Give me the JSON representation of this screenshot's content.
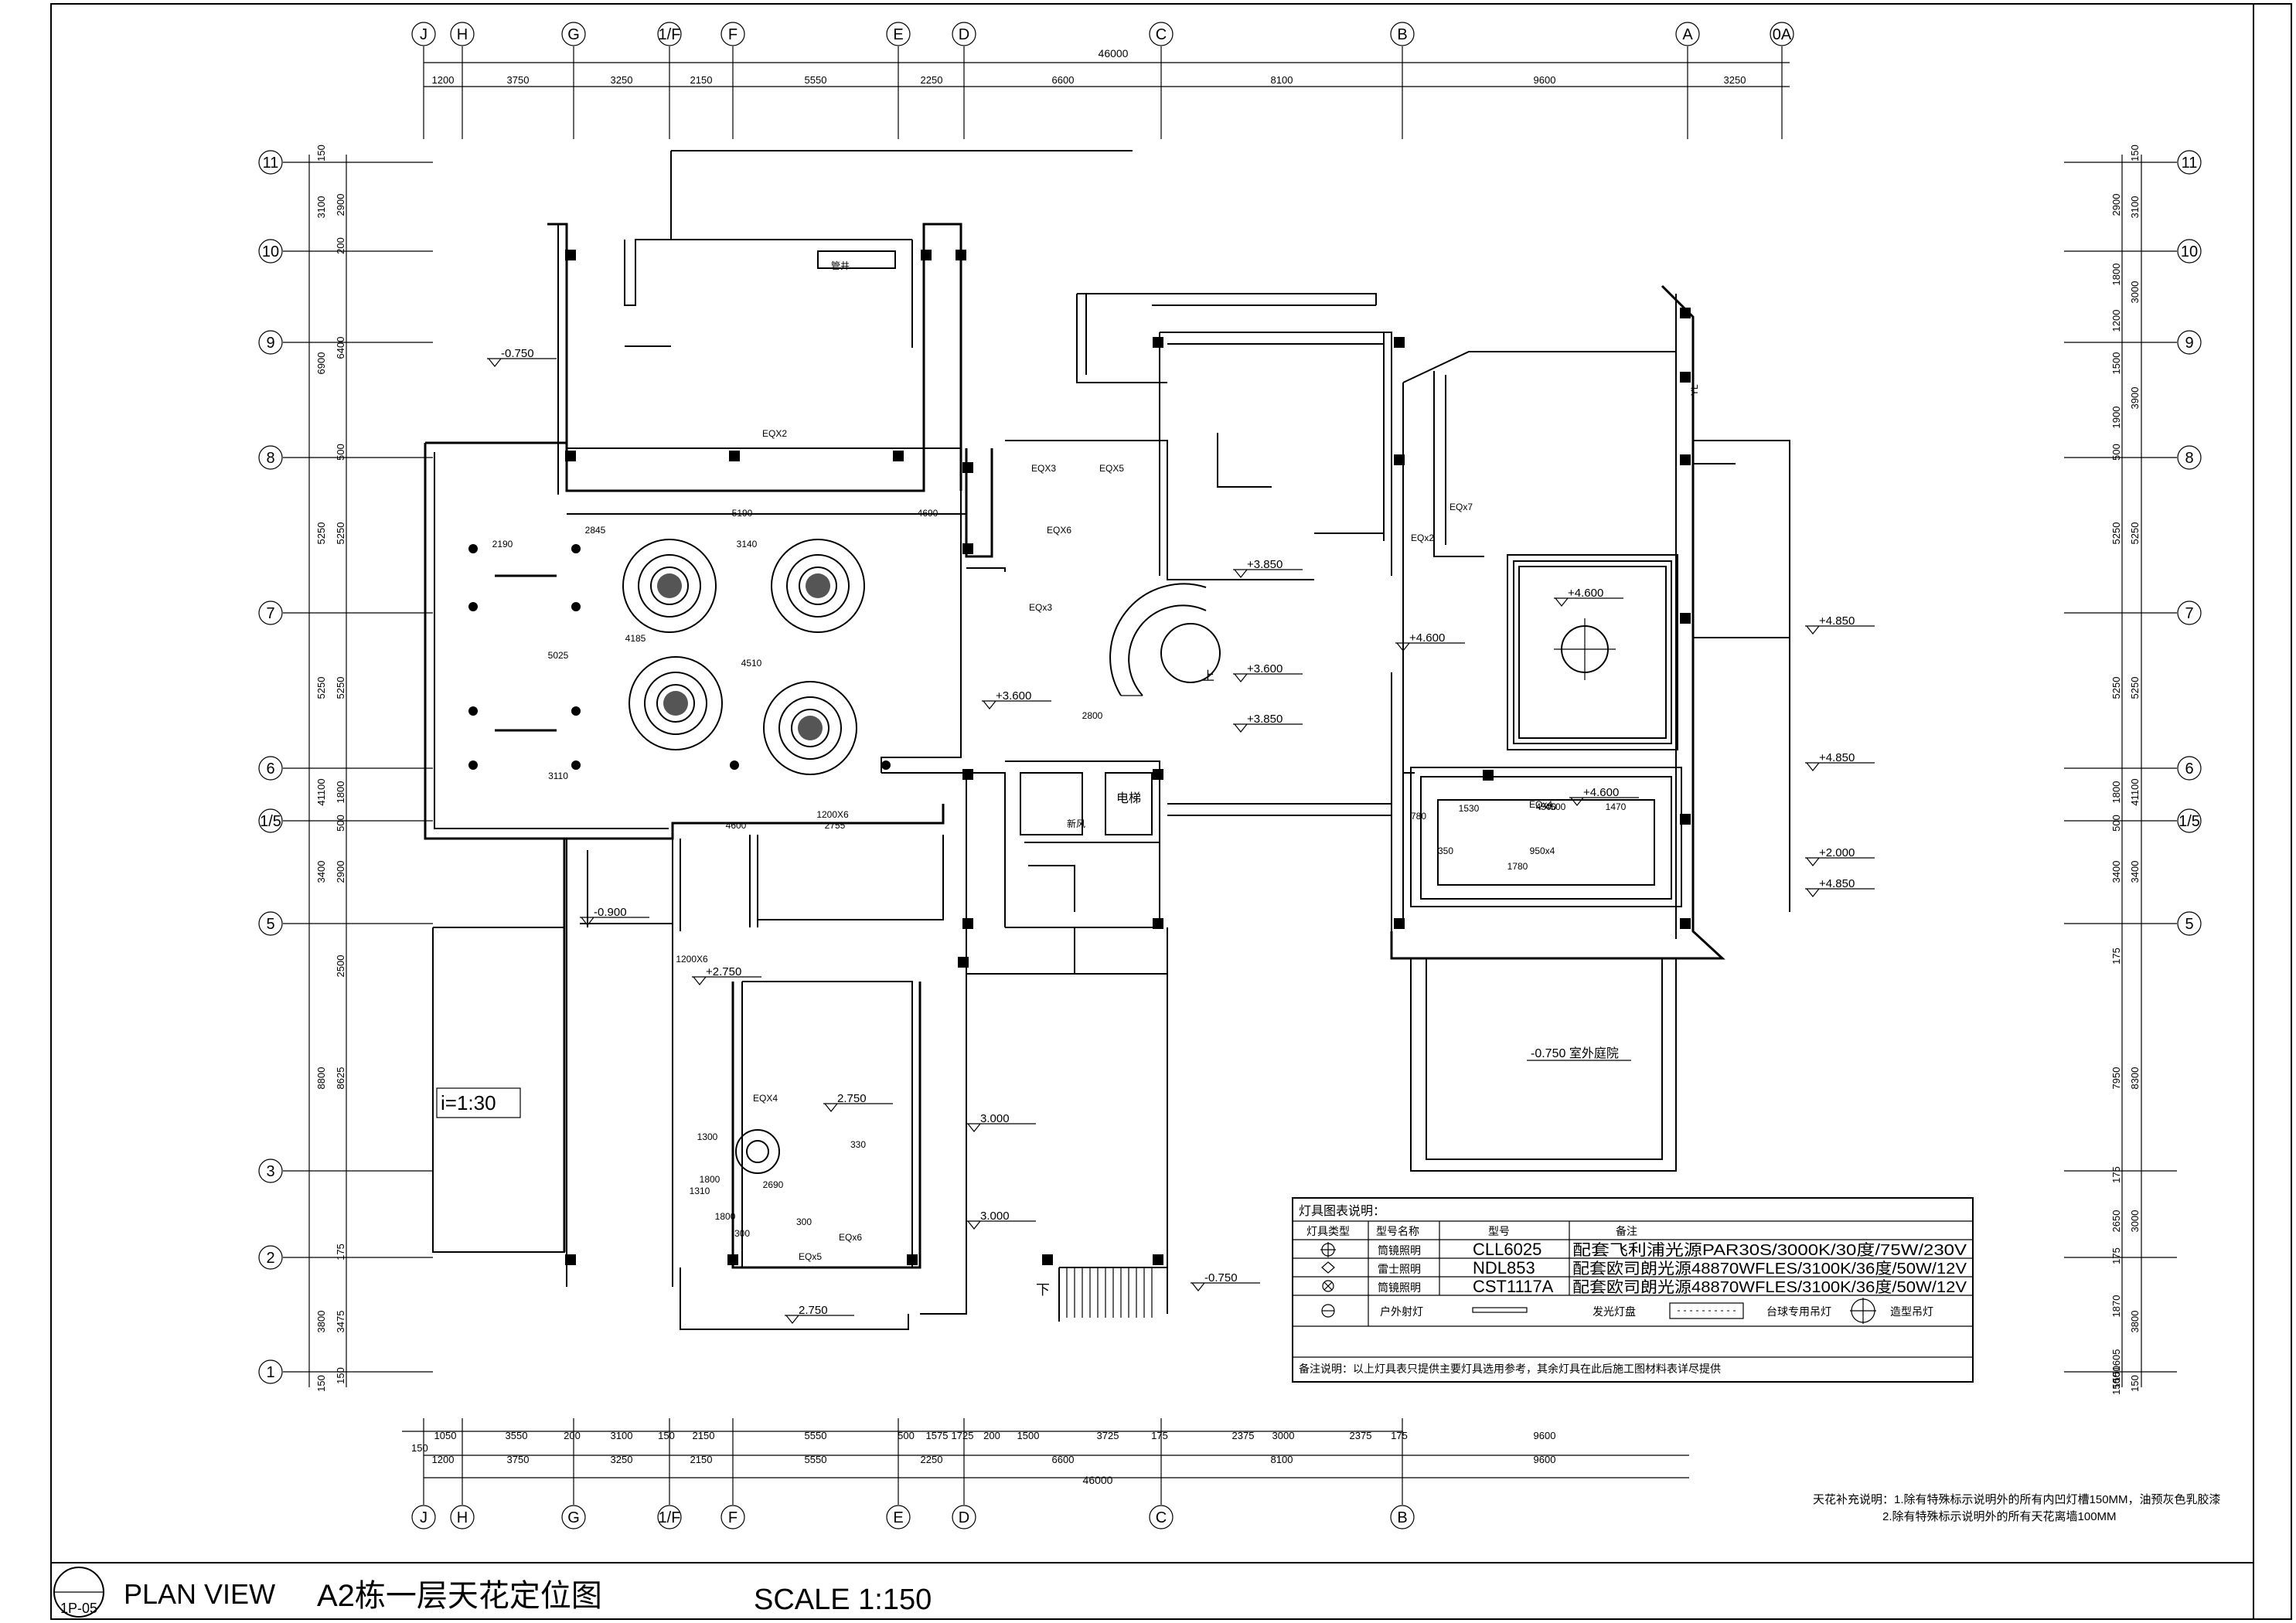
{
  "drawing": {
    "code": "1P-05",
    "view": "PLAN VIEW",
    "title": "A2栋一层天花定位图",
    "scale": "SCALE 1:150"
  },
  "grid": {
    "top_labels": [
      "J",
      "H",
      "G",
      "1/F",
      "F",
      "E",
      "D",
      "C",
      "B",
      "A",
      "0A"
    ],
    "bottom_labels": [
      "J",
      "H",
      "G",
      "1/F",
      "F",
      "E",
      "D",
      "C",
      "B"
    ],
    "side_labels": [
      "11",
      "10",
      "9",
      "8",
      "7",
      "6",
      "1/5",
      "5",
      "3",
      "2",
      "1"
    ],
    "top_total": "46000",
    "top_dims": [
      "1200",
      "3750",
      "3250",
      "2150",
      "5550",
      "2250",
      "6600",
      "8100",
      "9600",
      "3250"
    ],
    "bottom_total": "46000",
    "bottom_dims_outer": [
      "1200",
      "3750",
      "3250",
      "2150",
      "5550",
      "2250",
      "6600",
      "8100",
      "9600"
    ],
    "bottom_dims_inner": [
      "1050",
      "3550",
      "200",
      "3100",
      "150",
      "2150",
      "5550",
      "500",
      "1575",
      "1725",
      "200",
      "1500",
      "3725",
      "175",
      "2375",
      "3000",
      "2375",
      "175",
      "9600"
    ],
    "bottom_extra": "150",
    "left_outer": [
      "150",
      "3100",
      "6900",
      "5250",
      "5250",
      "41100",
      "3400",
      "8800",
      "3800",
      "150"
    ],
    "left_inner": [
      "2900",
      "200",
      "6400",
      "500",
      "5250",
      "5250",
      "1800",
      "500",
      "2900",
      "2500",
      "8625",
      "175",
      "3475",
      "150"
    ],
    "right_outer": [
      "150",
      "3100",
      "3000",
      "3900",
      "5250",
      "5250",
      "41100",
      "3400",
      "8300",
      "3000",
      "3800",
      "150"
    ],
    "right_inner": [
      "2900",
      "1800",
      "1200",
      "1500",
      "1900",
      "500",
      "5250",
      "5250",
      "1800",
      "500",
      "3400",
      "175",
      "7950",
      "175",
      "2650",
      "175",
      "1870",
      "1605",
      "150",
      "150",
      "150"
    ]
  },
  "levels": [
    "-0.750",
    "+3.850",
    "+3.600",
    "+3.600",
    "+3.850",
    "-0.900",
    "+2.750",
    "2.750",
    "3.000",
    "3.000",
    "2.750",
    "-0.750",
    "+4.600",
    "+4.600",
    "+4.600",
    "+4.850",
    "+4.850",
    "+2.000",
    "+4.850"
  ],
  "annotations": {
    "courtyard": "-0.750 室外庭院",
    "slope": "i=1:30",
    "down": "下",
    "up": "上",
    "elevator": "电梯",
    "pipe_well": "管井",
    "air_shaft": "新风",
    "yl": "YL"
  },
  "dims_plan": [
    "2190",
    "2845",
    "5190",
    "4690",
    "3140",
    "4185",
    "4510",
    "5025",
    "3110",
    "4600",
    "2755",
    "1200X6",
    "1200X6",
    "2800",
    "1530",
    "4500",
    "1470",
    "950x4",
    "1780",
    "1300",
    "1800",
    "2690",
    "1310",
    "1800",
    "300",
    "300",
    "330",
    "780",
    "350",
    "4500"
  ],
  "tags": [
    "EQX2",
    "EQX3",
    "EQX5",
    "EQX6",
    "EQx3",
    "EQx2",
    "EQx7",
    "EQx4",
    "EQX4",
    "EQx5",
    "EQx6"
  ],
  "legend": {
    "title": "灯具图表说明：",
    "headers": [
      "灯具类型",
      "型号名称",
      "型号",
      "备注"
    ],
    "rows": [
      {
        "icon": "circle-cross-icon",
        "name": "筒镜照明",
        "model": "CLL6025",
        "note": "配套飞利浦光源PAR30S/3000K/30度/75W/230V"
      },
      {
        "icon": "diamond-icon",
        "name": "雷士照明",
        "model": "NDL853",
        "note": "配套欧司朗光源48870WFLES/3100K/36度/50W/12V"
      },
      {
        "icon": "x-circle-icon",
        "name": "筒镜照明",
        "model": "CST1117A",
        "note": "配套欧司朗光源48870WFLES/3100K/36度/50W/12V"
      }
    ],
    "icon_row": [
      "户外射灯",
      "发光灯盘",
      "台球专用吊灯",
      "造型吊灯"
    ],
    "remark": "备注说明：以上灯具表只提供主要灯具选用参考，其余灯具在此后施工图材料表详尽提供"
  },
  "ceiling_notes": {
    "line1": "天花补充说明：1.除有特殊标示说明外的所有内凹灯槽150MM，油预灰色乳胶漆",
    "line2": "2.除有特殊标示说明外的所有天花离墙100MM"
  }
}
